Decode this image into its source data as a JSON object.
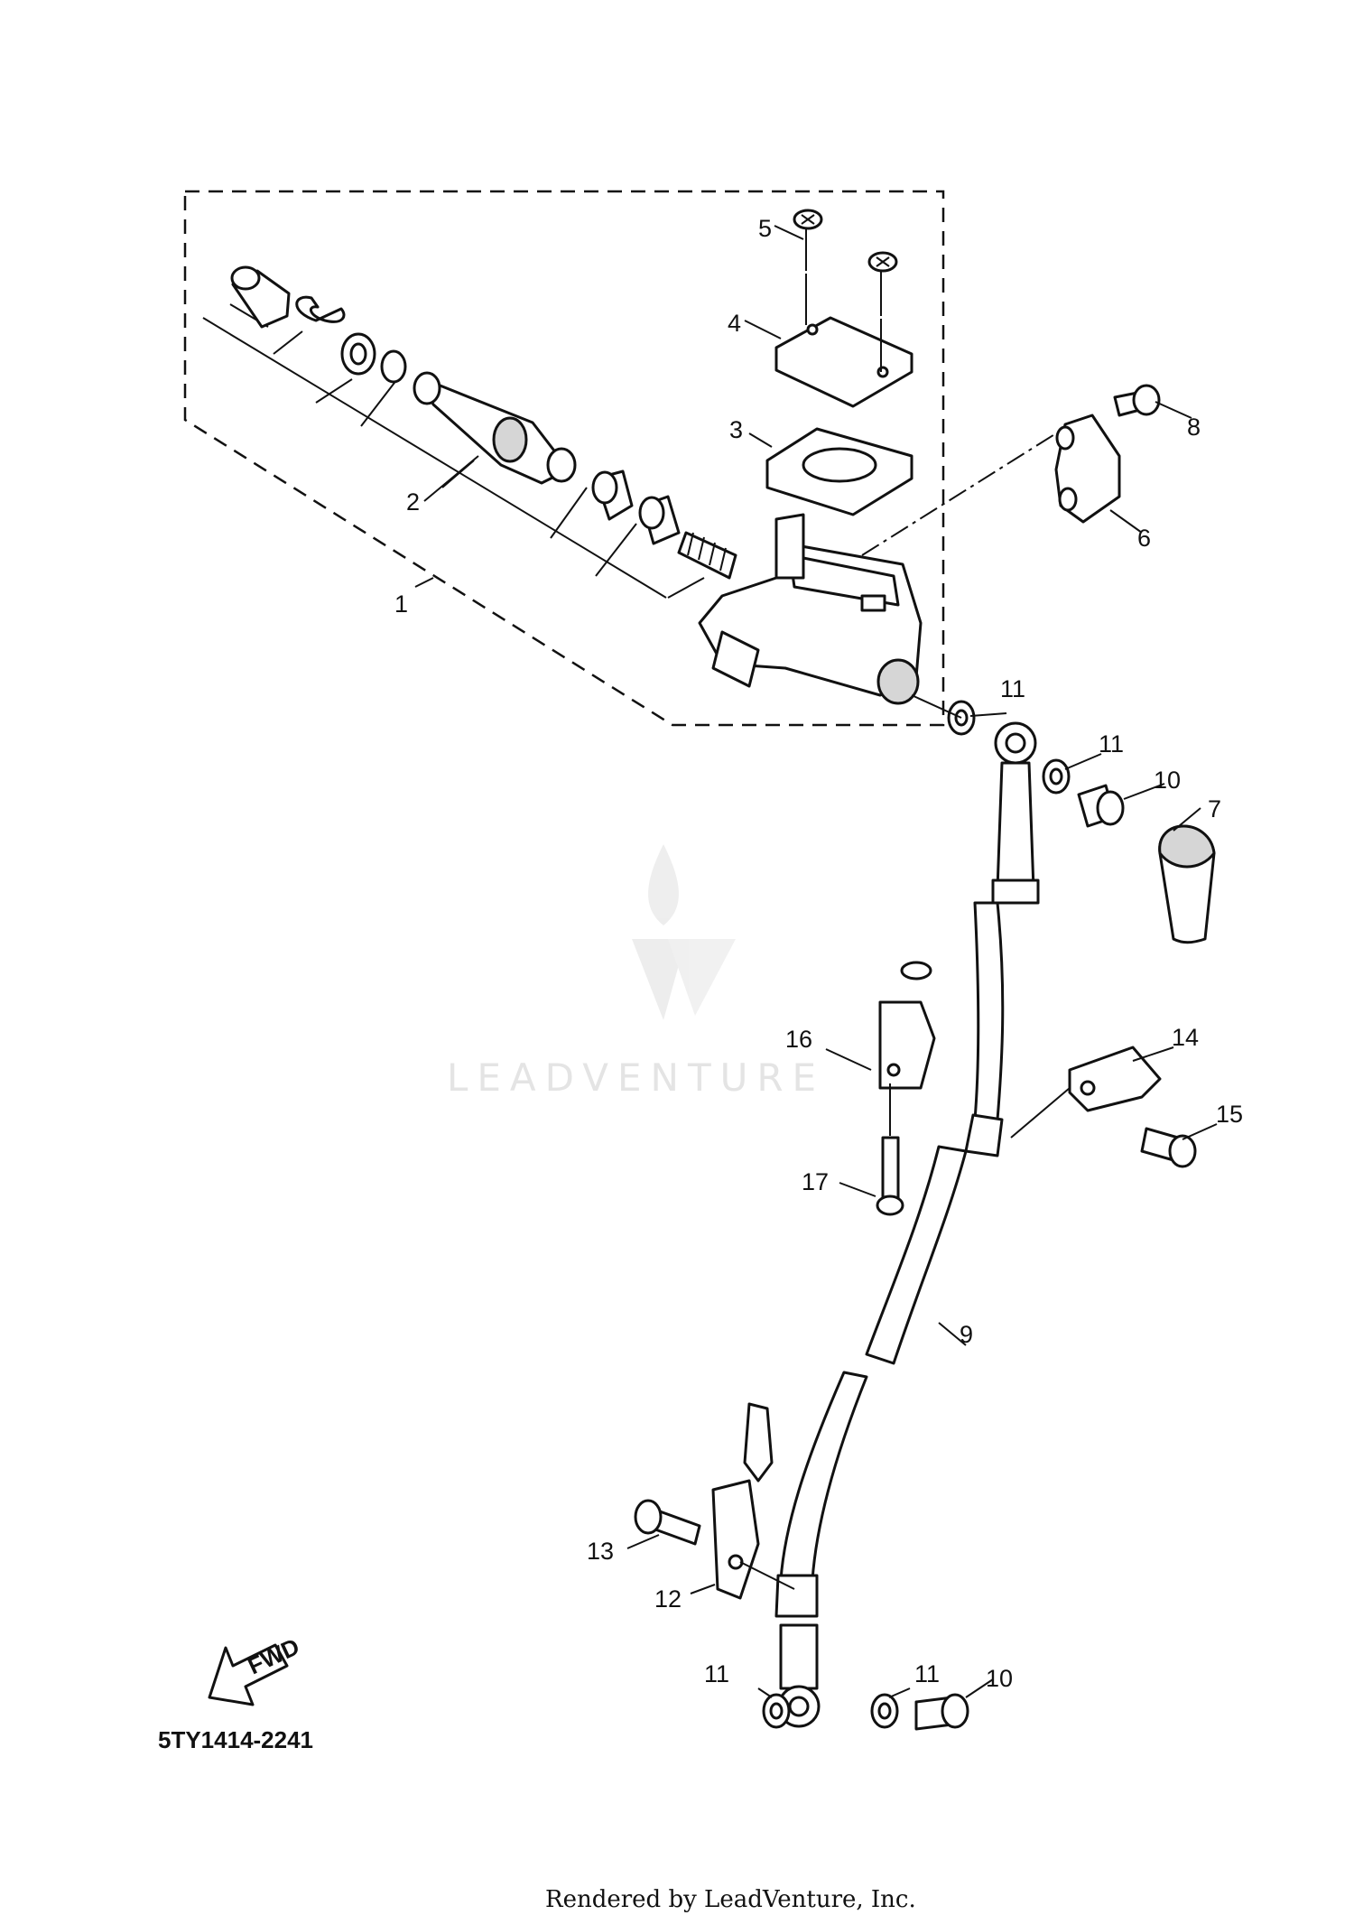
{
  "diagram": {
    "callouts": [
      {
        "label": "1"
      },
      {
        "label": "2"
      },
      {
        "label": "3"
      },
      {
        "label": "4"
      },
      {
        "label": "5"
      },
      {
        "label": "6"
      },
      {
        "label": "7"
      },
      {
        "label": "8"
      },
      {
        "label": "9"
      },
      {
        "label": "10"
      },
      {
        "label": "10"
      },
      {
        "label": "11"
      },
      {
        "label": "11"
      },
      {
        "label": "11"
      },
      {
        "label": "11"
      },
      {
        "label": "12"
      },
      {
        "label": "13"
      },
      {
        "label": "14"
      },
      {
        "label": "15"
      },
      {
        "label": "16"
      },
      {
        "label": "17"
      }
    ],
    "fwd_label": "FWD",
    "diagram_code": "5TY1414-2241",
    "watermark": "LEADVENTURE",
    "footer": "Rendered by LeadVenture, Inc."
  },
  "icons": [
    "fwd-arrow-icon",
    "leadventure-logo-icon"
  ]
}
